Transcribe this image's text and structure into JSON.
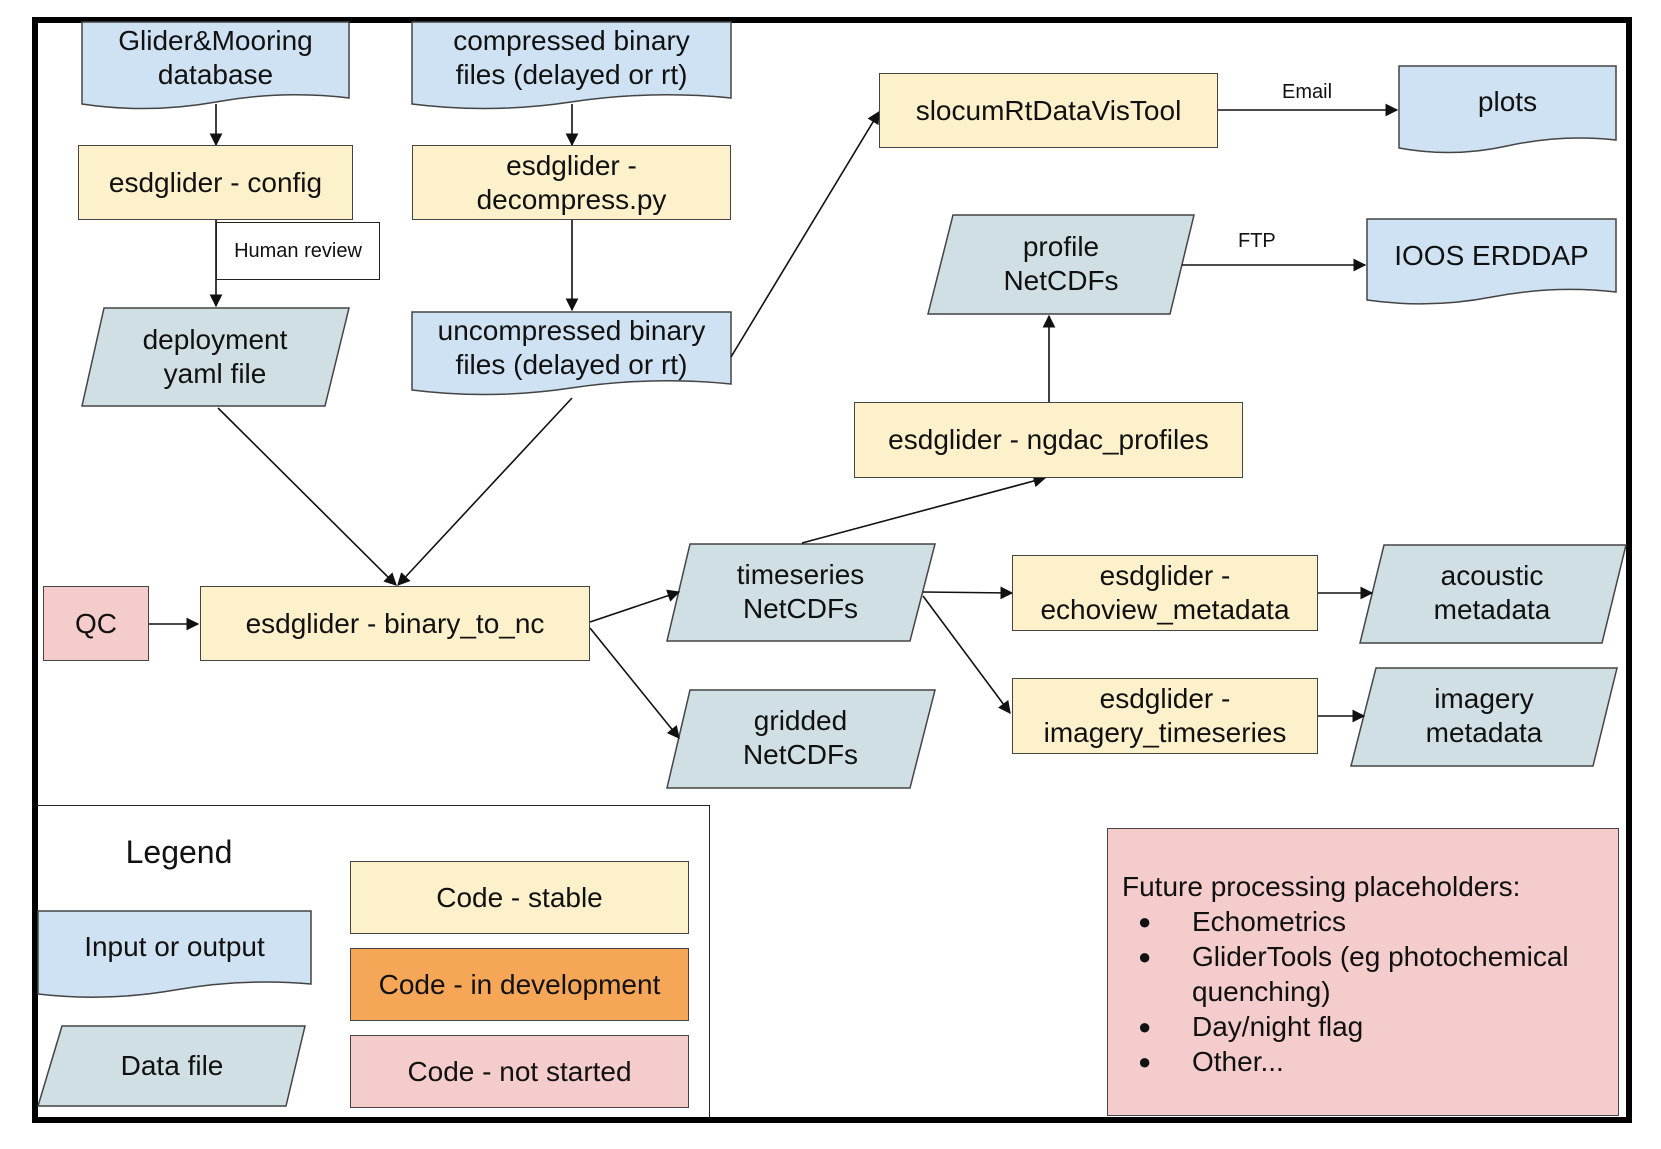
{
  "nodes": {
    "glider_db": "Glider&Mooring\ndatabase",
    "compressed": "compressed binary\nfiles (delayed or rt)",
    "config": "esdglider - config",
    "decompress": "esdglider -\ndecompress.py",
    "human_review": "Human review",
    "deployment_yaml": "deployment\nyaml file",
    "uncompressed": "uncompressed binary\nfiles (delayed or rt)",
    "slocum": "slocumRtDataVisTool",
    "plots": "plots",
    "profile_netcdfs": "profile\nNetCDFs",
    "ioos": "IOOS ERDDAP",
    "ngdac": "esdglider - ngdac_profiles",
    "qc": "QC",
    "binary_to_nc": "esdglider - binary_to_nc",
    "timeseries": "timeseries\nNetCDFs",
    "echoview": "esdglider -\nechoview_metadata",
    "acoustic": "acoustic\nmetadata",
    "gridded": "gridded\nNetCDFs",
    "imagery_ts": "esdglider -\nimagery_timeseries",
    "imagery_meta": "imagery\nmetadata"
  },
  "edge_labels": {
    "email": "Email",
    "ftp": "FTP"
  },
  "legend": {
    "title": "Legend",
    "input_output": "Input or output",
    "data_file": "Data file",
    "code_stable": "Code - stable",
    "code_dev": "Code - in development",
    "code_not_started": "Code - not started"
  },
  "future": {
    "title": "Future processing placeholders:",
    "items": [
      "Echometrics",
      "GliderTools (eg photochemical quenching)",
      "Day/night flag",
      "Other..."
    ]
  },
  "colors": {
    "io_blue": "#cfe2f3",
    "data_slate": "#d0dfe3",
    "code_stable": "#fdf1cc",
    "code_dev": "#f5a657",
    "code_not_started": "#f4cccc"
  }
}
